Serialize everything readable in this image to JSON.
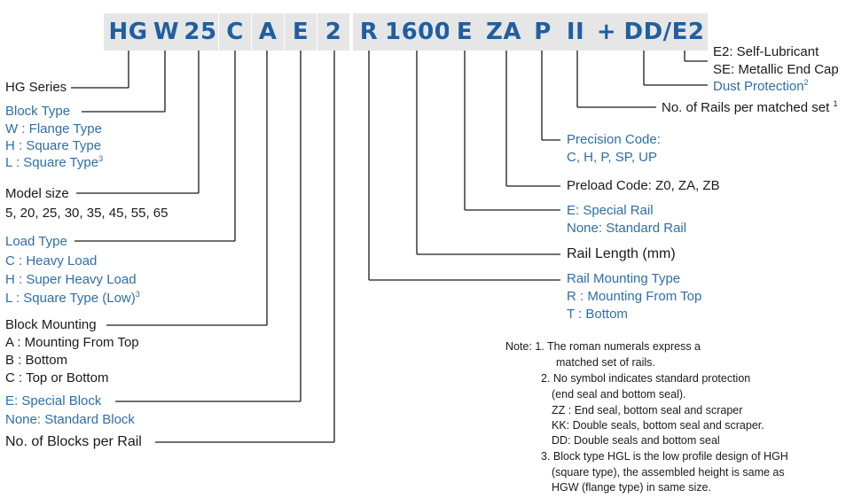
{
  "code": [
    "HG",
    "W",
    "25",
    "C",
    "A",
    "E",
    "2",
    "R",
    "1600",
    "E",
    "ZA",
    "P",
    "II",
    "+",
    "DD/E2"
  ],
  "left": {
    "series": "HG Series",
    "block_type": {
      "title": "Block  Type",
      "items": [
        "W : Flange  Type",
        "H : Square Type",
        "L : Square Type"
      ],
      "l_sup": "3"
    },
    "model_size": {
      "title": "Model size",
      "values": "5, 20, 25, 30, 35, 45, 55, 65"
    },
    "load_type": {
      "title": "Load Type",
      "items": [
        "C : Heavy Load",
        "H : Super Heavy Load",
        "L : Square Type (Low)"
      ],
      "l_sup": "3"
    },
    "block_mounting": {
      "title": "Block Mounting",
      "items": [
        "A : Mounting From Top",
        "B : Bottom",
        "C : Top or Bottom"
      ]
    },
    "special_block": [
      "E: Special Block",
      "None: Standard Block"
    ],
    "blocks_per_rail": "No. of Blocks per Rail"
  },
  "right": {
    "end_cap": [
      "E2: Self-Lubricant",
      "SE: Metallic End Cap"
    ],
    "dust_protection": "Dust Protection",
    "dust_sup": "2",
    "rails_per_set": "No. of Rails per matched set",
    "rails_sup": "1",
    "precision": {
      "title": "Precision Code:",
      "values": "C, H, P, SP, UP"
    },
    "preload": "Preload Code: Z0, ZA, ZB",
    "special_rail": [
      "E: Special Rail",
      "None: Standard Rail"
    ],
    "rail_length": "Rail Length (mm)",
    "rail_mounting": {
      "title": "Rail Mounting Type",
      "items": [
        "R : Mounting From Top",
        "T : Bottom"
      ]
    }
  },
  "notes": [
    "Note: 1. The roman numerals express a",
    "matched set of rails.",
    "2. No symbol indicates standard protection",
    "(end seal and bottom seal).",
    "ZZ : End seal, bottom seal and scraper",
    "KK: Double seals, bottom seal and scraper.",
    "DD: Double seals and bottom seal",
    "3. Block type HGL is the low profile design of HGH",
    "(square type), the assembled height is same as",
    "HGW (flange type) in same size."
  ],
  "colors": {
    "code_text": "#1f5fa0",
    "code_bg": "#e6e6e6",
    "blue_label": "#2e6ea8",
    "line": "#1a1a1a"
  }
}
